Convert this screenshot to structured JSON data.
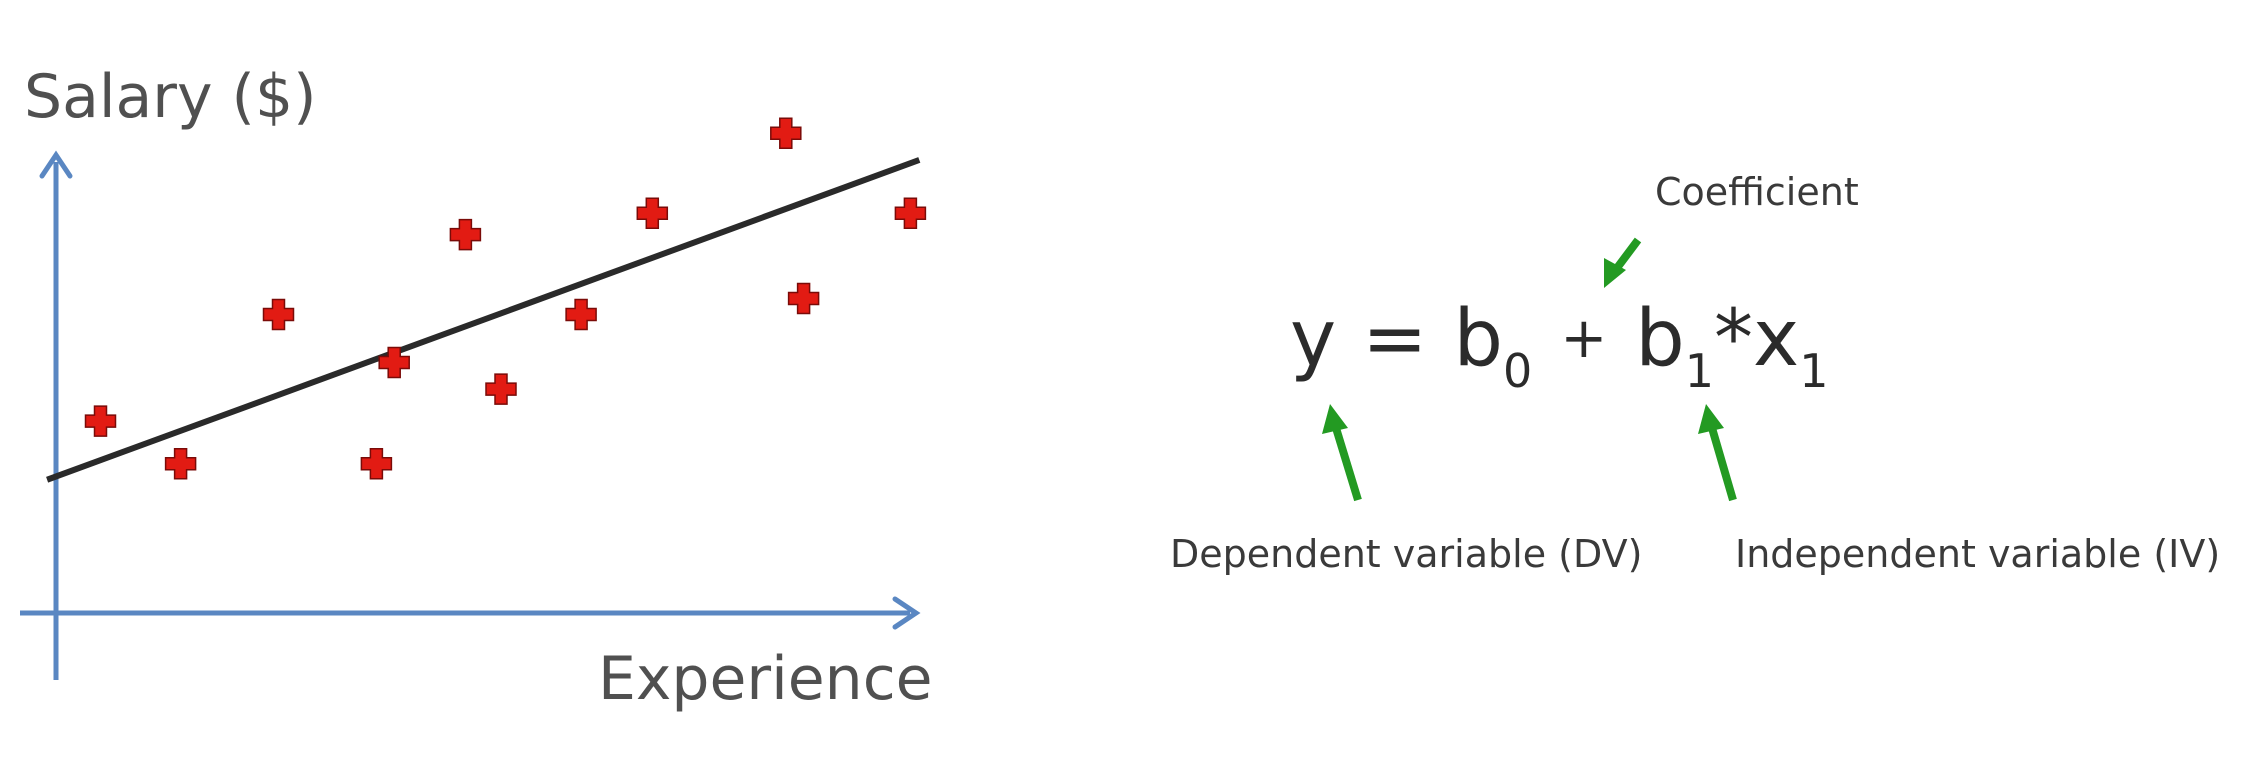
{
  "chart_data": {
    "type": "scatter",
    "ylabel": "Salary ($)",
    "xlabel": "Experience",
    "grid": false,
    "xlim": [
      0,
      100
    ],
    "ylim": [
      0,
      100
    ],
    "points": [
      {
        "x": 5,
        "y": 36
      },
      {
        "x": 14,
        "y": 28
      },
      {
        "x": 25,
        "y": 56
      },
      {
        "x": 36,
        "y": 28
      },
      {
        "x": 38,
        "y": 47
      },
      {
        "x": 46,
        "y": 71
      },
      {
        "x": 50,
        "y": 42
      },
      {
        "x": 59,
        "y": 56
      },
      {
        "x": 67,
        "y": 75
      },
      {
        "x": 82,
        "y": 90
      },
      {
        "x": 84,
        "y": 59
      },
      {
        "x": 96,
        "y": 75
      }
    ],
    "trendline": {
      "x": [
        -1,
        97
      ],
      "y": [
        25,
        85
      ]
    },
    "colors": {
      "axis": "#5a87c2",
      "points": "#e21b13",
      "line": "#2a2a2a"
    }
  },
  "equation": {
    "y": "y",
    "eq": "=",
    "b": "b",
    "sub0": "0",
    "plus": "+",
    "sub1": "1",
    "star_x": "*x",
    "sub1b": "1"
  },
  "annotations": {
    "coefficient": "Coefficient",
    "dependent": "Dependent variable (DV)",
    "independent": "Independent variable (IV)",
    "arrow_color": "#239a22"
  }
}
